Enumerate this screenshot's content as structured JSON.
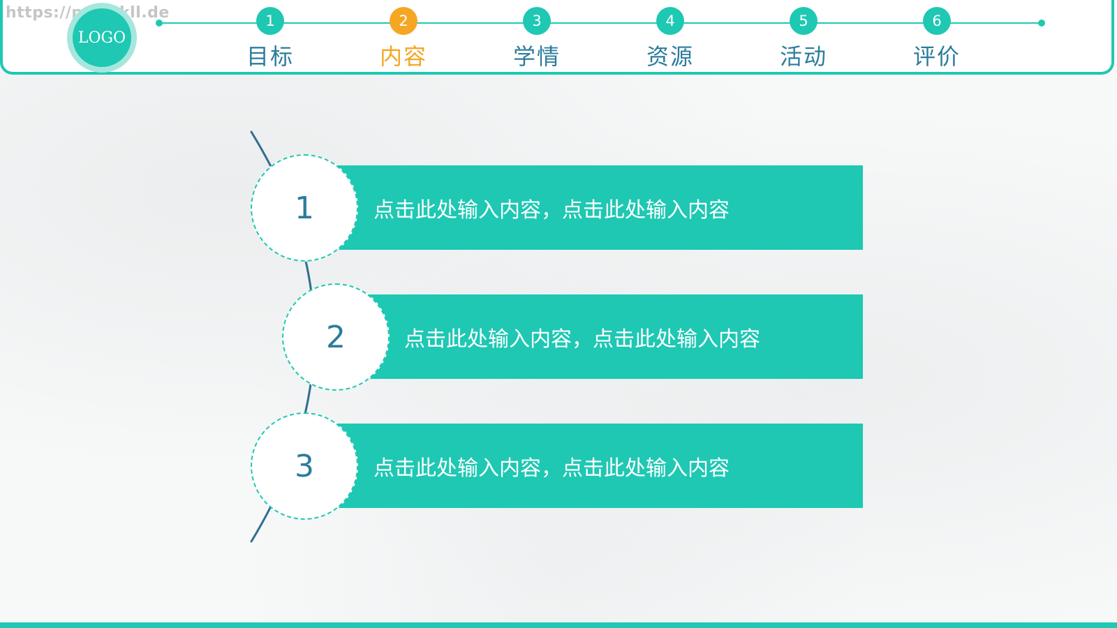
{
  "watermark": "https://ppt.pkll.de",
  "logo": {
    "text": "LOGO"
  },
  "nav": {
    "steps": [
      {
        "number": "1",
        "label": "目标",
        "active": false
      },
      {
        "number": "2",
        "label": "内容",
        "active": true
      },
      {
        "number": "3",
        "label": "学情",
        "active": false
      },
      {
        "number": "4",
        "label": "资源",
        "active": false
      },
      {
        "number": "5",
        "label": "活动",
        "active": false
      },
      {
        "number": "6",
        "label": "评价",
        "active": false
      }
    ]
  },
  "items": [
    {
      "number": "1",
      "text": "点击此处输入内容，点击此处输入内容"
    },
    {
      "number": "2",
      "text": "点击此处输入内容，点击此处输入内容"
    },
    {
      "number": "3",
      "text": "点击此处输入内容，点击此处输入内容"
    }
  ],
  "colors": {
    "accent": "#1ec8b3",
    "active": "#f5a623",
    "text_dark": "#2b7c9c",
    "arc": "#2f6f8f"
  }
}
